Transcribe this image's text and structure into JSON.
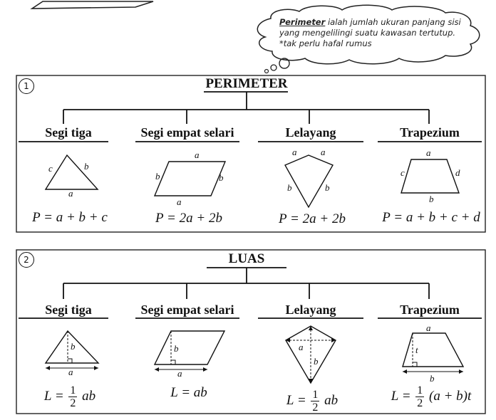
{
  "note": {
    "term": "Perimeter",
    "line1_rest": " ialah jumlah ukuran panjang sisi",
    "line2": "yang mengelilingi suatu kawasan tertutup.",
    "line3": "*tak perlu hafal rumus"
  },
  "perimeter": {
    "number": "1",
    "title": "PERIMETER",
    "shapes": [
      {
        "name": "Segi tiga",
        "formula": "P = a + b + c",
        "labels": [
          "c",
          "b",
          "a"
        ]
      },
      {
        "name": "Segi empat selari",
        "formula": "P = 2a + 2b",
        "labels": [
          "a",
          "b",
          "b",
          "a"
        ]
      },
      {
        "name": "Lelayang",
        "formula": "P = 2a + 2b",
        "labels": [
          "a",
          "a",
          "b",
          "b"
        ]
      },
      {
        "name": "Trapezium",
        "formula": "P = a + b + c + d",
        "labels": [
          "a",
          "c",
          "d",
          "b"
        ]
      }
    ]
  },
  "area": {
    "number": "2",
    "title": "LUAS",
    "shapes": [
      {
        "name": "Segi tiga",
        "formula_lhs": "L =",
        "frac_num": "1",
        "frac_den": "2",
        "formula_rhs": "ab",
        "labels": [
          "b",
          "a"
        ]
      },
      {
        "name": "Segi empat selari",
        "formula_full": "L = ab",
        "labels": [
          "b",
          "a"
        ]
      },
      {
        "name": "Lelayang",
        "formula_lhs": "L =",
        "frac_num": "1",
        "frac_den": "2",
        "formula_rhs": "ab",
        "labels": [
          "a",
          "b"
        ]
      },
      {
        "name": "Trapezium",
        "formula_lhs": "L =",
        "frac_num": "1",
        "frac_den": "2",
        "formula_rhs": "(a + b)t",
        "labels": [
          "a",
          "t",
          "b"
        ]
      }
    ]
  }
}
